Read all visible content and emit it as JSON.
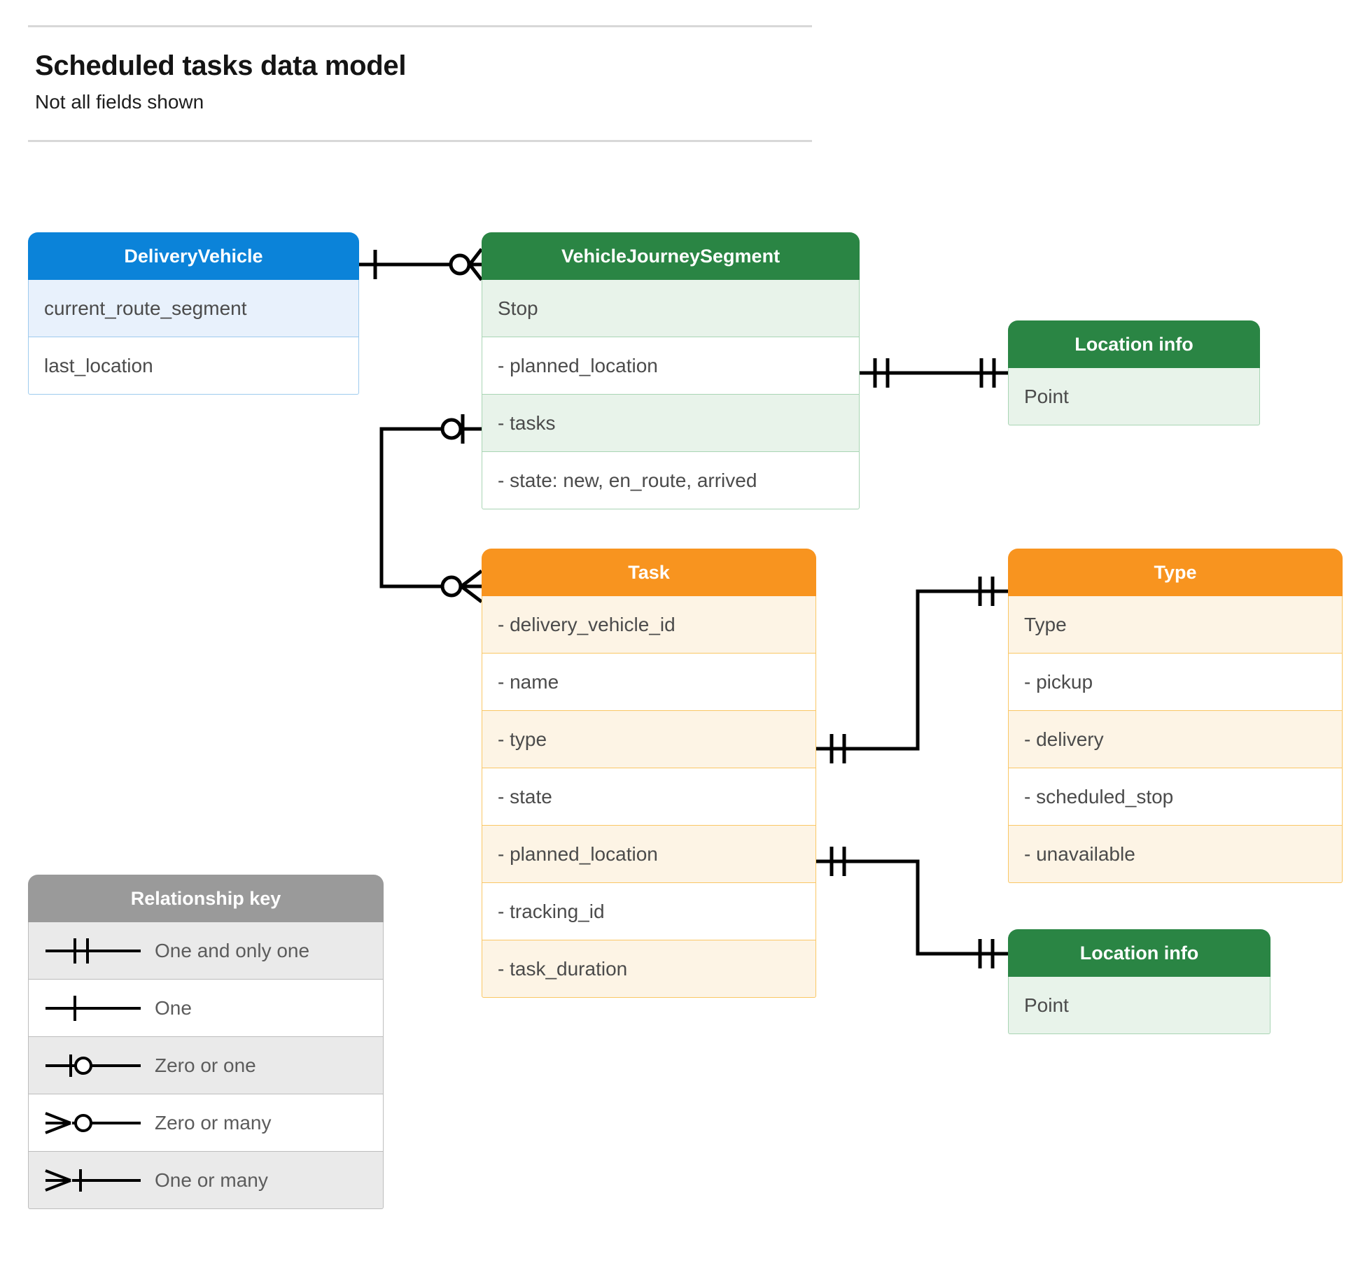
{
  "header": {
    "title": "Scheduled tasks data model",
    "subtitle": "Not all fields shown"
  },
  "entities": {
    "delivery_vehicle": {
      "title": "DeliveryVehicle",
      "color": "#0b83d9",
      "rows": [
        "current_route_segment",
        "last_location"
      ]
    },
    "vehicle_journey_segment": {
      "title": "VehicleJourneySegment",
      "color": "#2a8544",
      "rows": [
        "Stop",
        "-  planned_location",
        "- tasks",
        "- state: new, en_route, arrived"
      ]
    },
    "location_info_top": {
      "title": "Location info",
      "color": "#2a8544",
      "rows": [
        "Point"
      ]
    },
    "task": {
      "title": "Task",
      "color": "#f8941f",
      "rows": [
        "- delivery_vehicle_id",
        "- name",
        "- type",
        "- state",
        "- planned_location",
        "- tracking_id",
        "- task_duration"
      ]
    },
    "type": {
      "title": "Type",
      "color": "#f8941f",
      "rows": [
        "Type",
        "-   pickup",
        "-   delivery",
        "-   scheduled_stop",
        "-   unavailable"
      ]
    },
    "location_info_bottom": {
      "title": "Location info",
      "color": "#2a8544",
      "rows": [
        "Point"
      ]
    }
  },
  "legend": {
    "title": "Relationship key",
    "color": "#9a9a9a",
    "items": [
      {
        "symbol": "one-and-only-one",
        "label": "One and only one"
      },
      {
        "symbol": "one",
        "label": "One"
      },
      {
        "symbol": "zero-or-one",
        "label": "Zero or one"
      },
      {
        "symbol": "zero-or-many",
        "label": "Zero or many"
      },
      {
        "symbol": "one-or-many",
        "label": "One or many"
      }
    ]
  },
  "relationships": [
    {
      "from": "delivery-vehicle",
      "to": "vehicle-journey-segment",
      "from_notation": "one",
      "to_notation": "zero-or-many"
    },
    {
      "from": "vehicle-journey-segment.planned_location",
      "to": "location-info-top",
      "from_notation": "one-and-only-one",
      "to_notation": "one-and-only-one"
    },
    {
      "from": "vehicle-journey-segment.tasks",
      "to": "task",
      "from_notation": "zero-or-one",
      "to_notation": "zero-or-many"
    },
    {
      "from": "task.type",
      "to": "type",
      "from_notation": "one-and-only-one",
      "to_notation": "one-and-only-one"
    },
    {
      "from": "task.planned_location",
      "to": "location-info-bottom",
      "from_notation": "one-and-only-one",
      "to_notation": "one-and-only-one"
    }
  ],
  "colors": {
    "line": "#000000",
    "rule": "#d8d8d8",
    "text_dark": "#141414",
    "text_row": "#4b4b4b"
  }
}
